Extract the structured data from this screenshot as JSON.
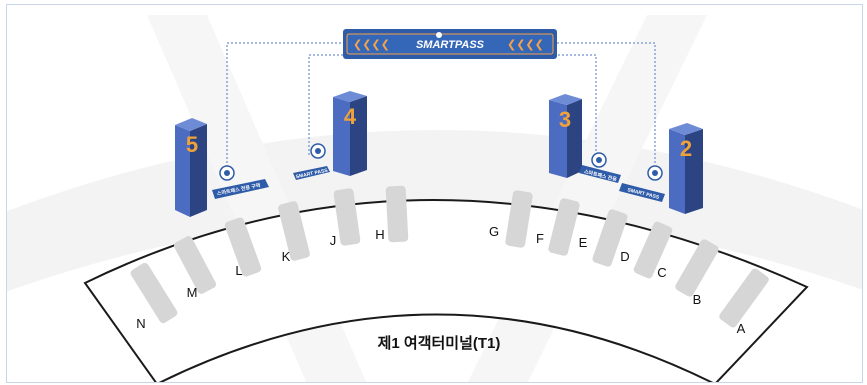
{
  "banner": {
    "text": "SMARTPASS",
    "arrows_left": "❮❮❮❮",
    "arrows_right": "❮❮❮❮"
  },
  "terminal_label": "제1 여객터미널(T1)",
  "counters": [
    {
      "letter": "N"
    },
    {
      "letter": "M"
    },
    {
      "letter": "L"
    },
    {
      "letter": "K"
    },
    {
      "letter": "J"
    },
    {
      "letter": "H"
    },
    {
      "letter": "G"
    },
    {
      "letter": "F"
    },
    {
      "letter": "E"
    },
    {
      "letter": "D"
    },
    {
      "letter": "C"
    },
    {
      "letter": "B"
    },
    {
      "letter": "A"
    }
  ],
  "gates": [
    {
      "number": "5",
      "zone_label": "스마트패스 전용 구역"
    },
    {
      "number": "4",
      "zone_label": "SMART PASS"
    },
    {
      "number": "3",
      "zone_label": "스마트패스 전용"
    },
    {
      "number": "2",
      "zone_label": "SMART PASS"
    }
  ],
  "colors": {
    "gate_blue": "#3a58a8",
    "gate_number": "#f0a23a",
    "counter_gray": "#d6d6d6",
    "dotted_line": "#6f8fcf",
    "banner_blue": "#2f5ca8",
    "banner_orange": "#f5a14a"
  }
}
